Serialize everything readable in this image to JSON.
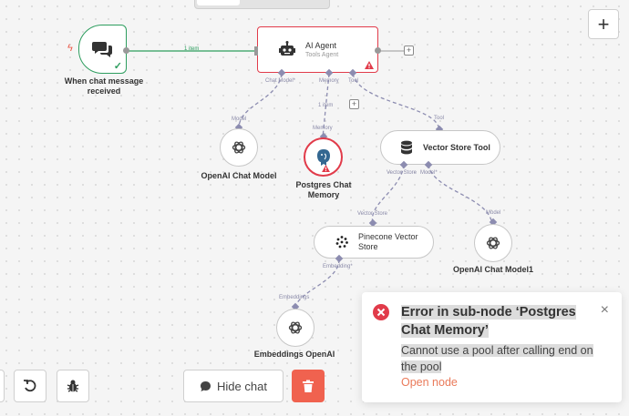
{
  "nodes": {
    "chat_trigger": {
      "label": "When chat message received"
    },
    "ai_agent": {
      "title": "AI Agent",
      "subtitle": "Tools Agent"
    },
    "openai_chat_model": {
      "label": "OpenAI Chat Model"
    },
    "postgres_memory": {
      "label": "Postgres Chat Memory"
    },
    "vector_store_tool": {
      "title": "Vector Store Tool"
    },
    "pinecone_vector_store": {
      "title": "Pinecone Vector Store"
    },
    "openai_chat_model1": {
      "label": "OpenAI Chat Model1"
    },
    "embeddings_openai": {
      "label": "Embeddings OpenAI"
    }
  },
  "connections": {
    "trigger_to_agent": "1 item",
    "memory_items": "1 item"
  },
  "ports": {
    "agent_chat_model": "Chat Model*",
    "agent_memory": "Memory",
    "agent_tool": "Tool",
    "model_in": "Model",
    "memory_in": "Memory",
    "tool_in": "Tool",
    "vst_vector_store": "Vector Store",
    "vst_model": "Model*",
    "vector_store_in": "Vector Store",
    "model1_in": "Model",
    "pinecone_embedding": "Embedding*",
    "embeddings_in": "Embeddings"
  },
  "toolbar": {
    "hide_chat_label": "Hide chat",
    "zoom_plus": "+"
  },
  "toast": {
    "title": "Error in sub-node ‘Postgres Chat Memory’",
    "message": "Cannot use a pool after calling end on the pool",
    "link": "Open node"
  },
  "colors": {
    "error": "#e13b4a",
    "success": "#2d9d5e",
    "link": "#ea7a5a",
    "port": "#8c8cb0"
  },
  "icons": {
    "trigger": "chat-bubbles-icon",
    "agent": "robot-icon",
    "openai": "openai-icon",
    "postgres": "postgres-elephant-icon",
    "vector_store": "database-icon",
    "pinecone": "pinecone-icon"
  }
}
